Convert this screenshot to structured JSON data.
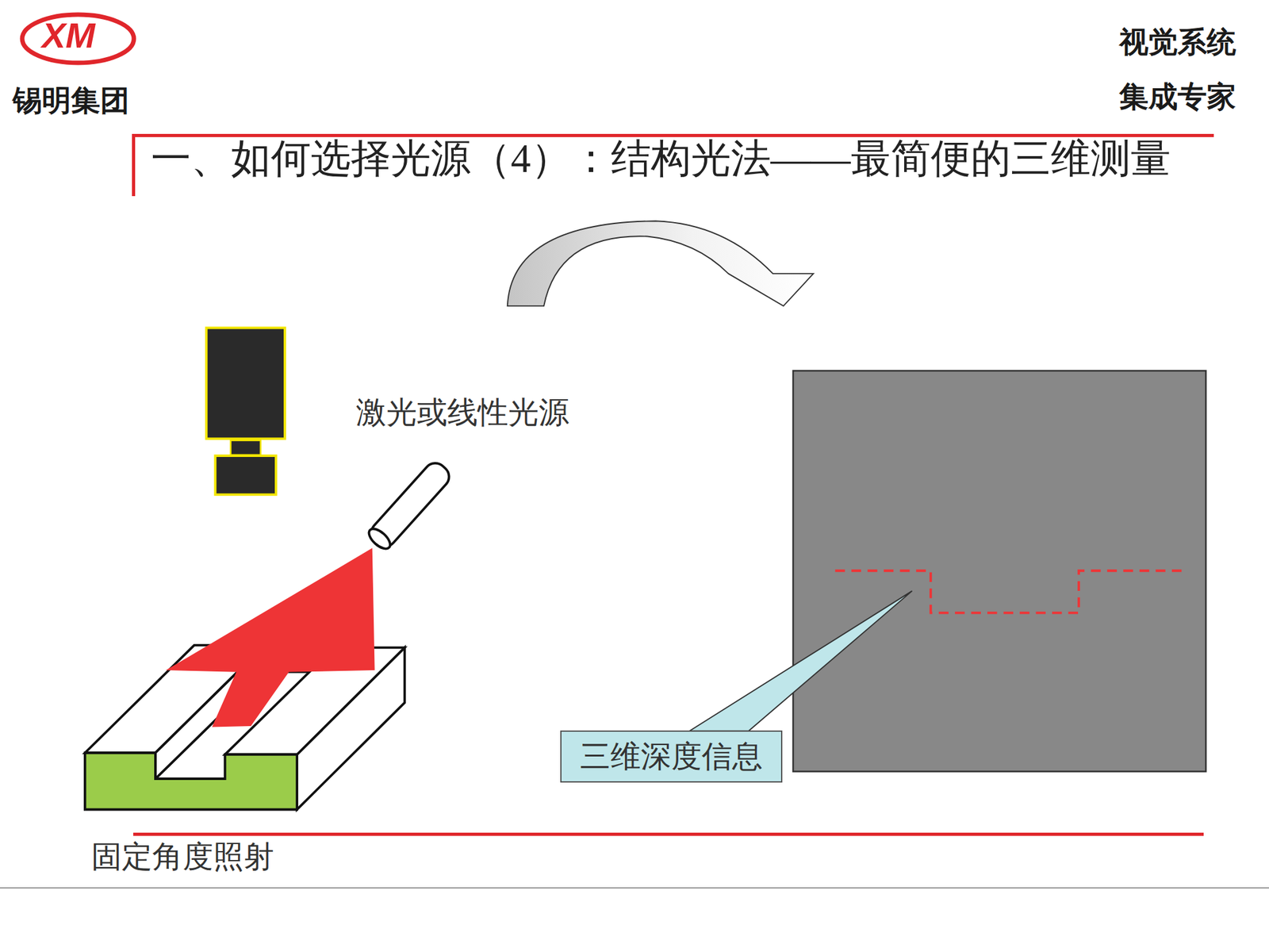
{
  "diagram": {
    "title": "一、如何选择光源（4）：结构光法——最简便的三维测量",
    "nodes": [
      {
        "text": [
          "三维深度信息"
        ]
      }
    ],
    "labels": [
      "XM",
      "锡明集团",
      "视觉系统",
      "集成专家",
      "激光或线性光源",
      "固定角度照射"
    ]
  }
}
